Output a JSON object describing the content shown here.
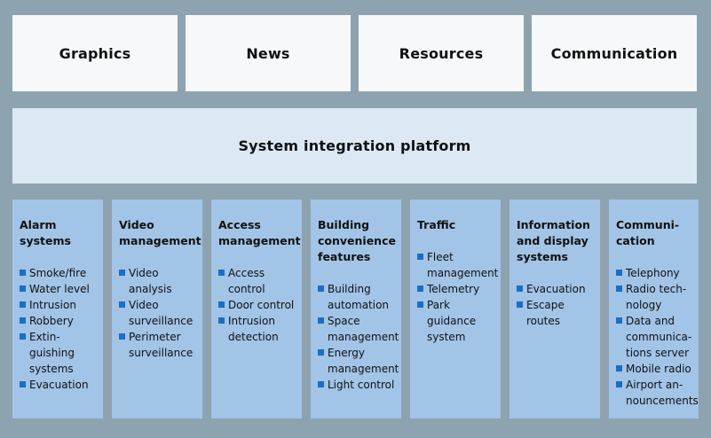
{
  "top_boxes": [
    "Graphics",
    "News",
    "Resources",
    "Communication"
  ],
  "platform": "System integration platform",
  "columns": [
    {
      "title": "Alarm\nsystems",
      "items": [
        "Smoke/fire",
        "Water level",
        "Intrusion",
        "Robbery",
        "Extin-\nguishing\nsystems",
        "Evacuation"
      ]
    },
    {
      "title": "Video\nmanagement",
      "items": [
        "Video\nanalysis",
        "Video\nsurveillance",
        "Perimeter\nsurveillance"
      ]
    },
    {
      "title": "Access\nmanagement",
      "items": [
        "Access\ncontrol",
        "Door control",
        "Intrusion\ndetection"
      ]
    },
    {
      "title": "Building\nconvenience\nfeatures",
      "items": [
        "Building\nautomation",
        "Space\nmanagement",
        "Energy\nmanagement",
        "Light control"
      ]
    },
    {
      "title": "Traffic",
      "items": [
        "Fleet\nmanagement",
        "Telemetry",
        "Park guidance\nsystem"
      ]
    },
    {
      "title": "Information\nand display\nsystems",
      "items": [
        "Evacuation",
        "Escape\nroutes"
      ]
    },
    {
      "title": "Communi-\ncation",
      "items": [
        "Telephony",
        "Radio tech-\nnology",
        "Data and\ncommunica-\ntions server",
        "Mobile radio",
        "Airport an-\nnouncements"
      ]
    }
  ]
}
